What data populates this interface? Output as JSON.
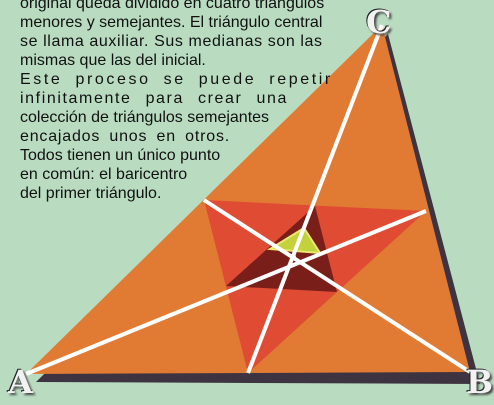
{
  "colors": {
    "background": "#b9dcc1",
    "outer_triangle": "#e17b34",
    "outer_triangle_shadow": "#3e3340",
    "auxiliary_triangle": "#df4b33",
    "inner_triangle": "#7a1e1a",
    "innermost_triangle": "#c3d23a",
    "medians": "#ffffff"
  },
  "text": {
    "lines": [
      "original queda dividido en cuatro triángulos",
      "menores y semejantes. El triángulo central",
      "se llama auxiliar. Sus medianas son las",
      "mismas que las del inicial.",
      "Este proceso se puede repetir",
      "infinitamente para crear una",
      "colección de triángulos semejantes",
      "encajados unos en otros.",
      "Todos tienen un único punto",
      "en común: el baricentro",
      "del primer triángulo."
    ]
  },
  "vertices": {
    "a": "A",
    "b": "B",
    "c": "C"
  }
}
